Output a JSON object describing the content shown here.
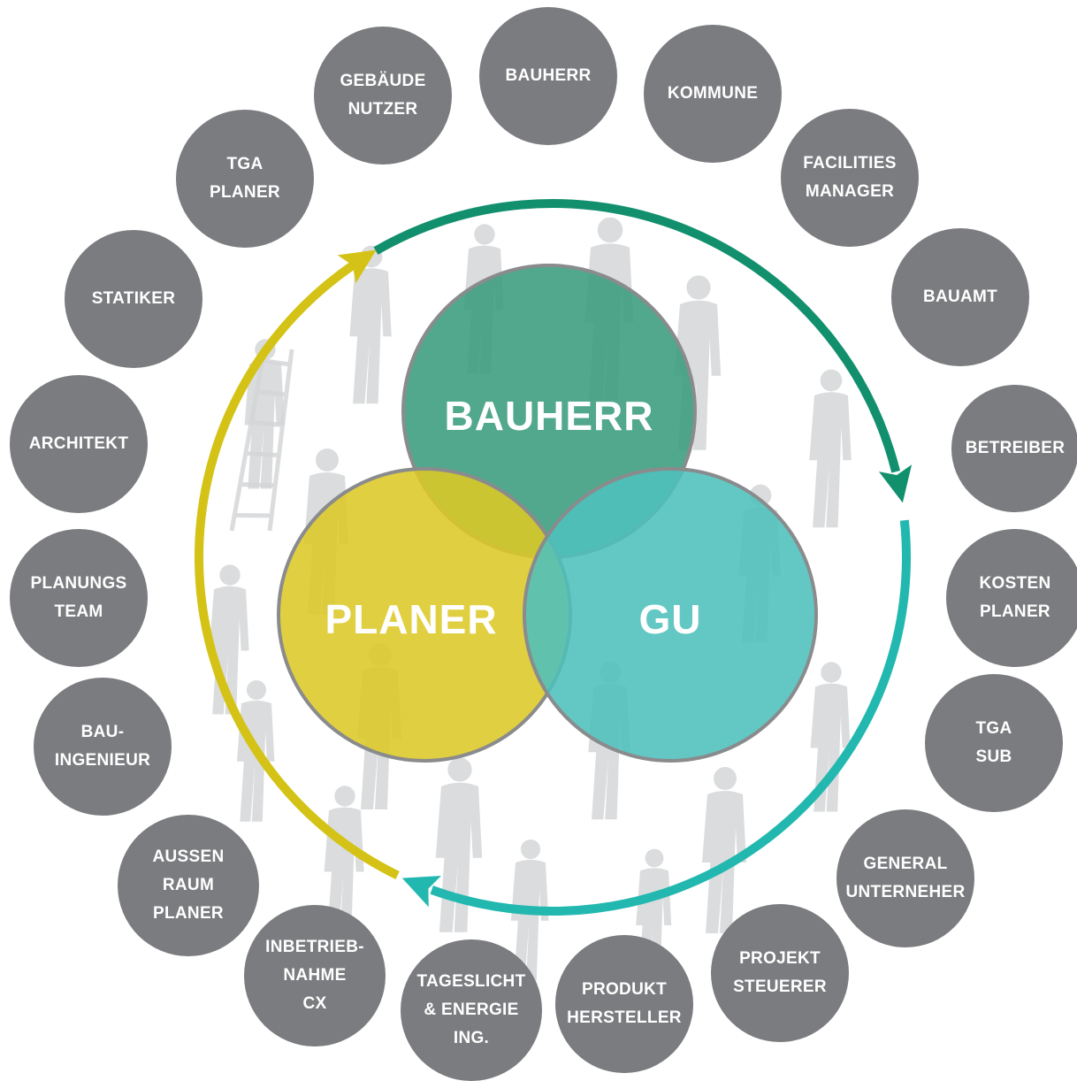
{
  "colors": {
    "stakeholder_fill": "#7b7c7f",
    "stakeholder_text": "#ffffff",
    "bauherr": "#3a9c7c",
    "planer": "#dcc826",
    "gu": "#4dc0bc",
    "arrow_yellow": "#d4c316",
    "arrow_green": "#12906e",
    "arrow_teal": "#22b8b0",
    "silhouette": "#d4d6d8",
    "venn_stroke": "#8a8b8d"
  },
  "venn": [
    {
      "id": "bauherr",
      "label": "BAUHERR"
    },
    {
      "id": "planer",
      "label": "PLANER"
    },
    {
      "id": "gu",
      "label": "GU"
    }
  ],
  "stakeholders": [
    {
      "id": "gebaeude-nutzer",
      "lines": [
        "GEBÄUDE",
        "NUTZER"
      ]
    },
    {
      "id": "bauherr",
      "lines": [
        "BAUHERR"
      ]
    },
    {
      "id": "kommune",
      "lines": [
        "KOMMUNE"
      ]
    },
    {
      "id": "facilities-manager",
      "lines": [
        "FACILITIES",
        "MANAGER"
      ]
    },
    {
      "id": "bauamt",
      "lines": [
        "BAUAMT"
      ]
    },
    {
      "id": "betreiber",
      "lines": [
        "BETREIBER"
      ]
    },
    {
      "id": "kosten-planer",
      "lines": [
        "KOSTEN",
        "PLANER"
      ]
    },
    {
      "id": "tga-sub",
      "lines": [
        "TGA",
        "SUB"
      ]
    },
    {
      "id": "general-unterneher",
      "lines": [
        "GENERAL",
        "UNTERNEHER"
      ]
    },
    {
      "id": "projekt-steuerer",
      "lines": [
        "PROJEKT",
        "STEUERER"
      ]
    },
    {
      "id": "produkt-hersteller",
      "lines": [
        "PRODUKT",
        "HERSTELLER"
      ]
    },
    {
      "id": "tageslicht-energie-ing",
      "lines": [
        "TAGESLICHT",
        "& ENERGIE",
        "ING."
      ]
    },
    {
      "id": "inbetriebnahme-cx",
      "lines": [
        "INBETRIEB-",
        "NAHME",
        "CX"
      ]
    },
    {
      "id": "aussen-raum-planer",
      "lines": [
        "AUSSEN",
        "RAUM",
        "PLANER"
      ]
    },
    {
      "id": "bau-ingenieur",
      "lines": [
        "BAU-",
        "INGENIEUR"
      ]
    },
    {
      "id": "planungs-team",
      "lines": [
        "PLANUNGS",
        "TEAM"
      ]
    },
    {
      "id": "architekt",
      "lines": [
        "ARCHITEKT"
      ]
    },
    {
      "id": "statiker",
      "lines": [
        "STATIKER"
      ]
    },
    {
      "id": "tga-planer",
      "lines": [
        "TGA",
        "PLANER"
      ]
    }
  ]
}
